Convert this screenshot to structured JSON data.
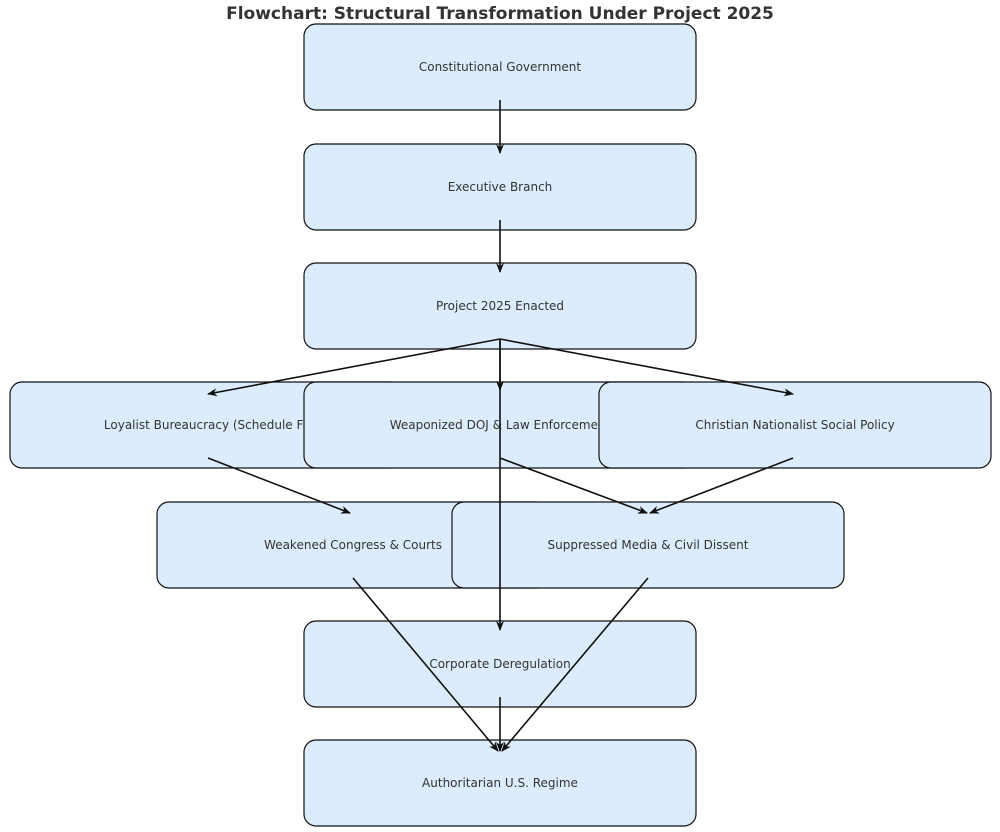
{
  "title": "Flowchart: Structural Transformation Under Project 2025",
  "colors": {
    "node_fill": "#dcecfc",
    "node_stroke": "#111111",
    "text": "#333333",
    "arrow": "#111111"
  },
  "nodes": [
    {
      "id": "constitutional",
      "label": "Constitutional Government"
    },
    {
      "id": "executive",
      "label": "Executive Branch"
    },
    {
      "id": "enacted",
      "label": "Project 2025 Enacted"
    },
    {
      "id": "loyalist",
      "label": "Loyalist Bureaucracy (Schedule F)"
    },
    {
      "id": "doj",
      "label": "Weaponized DOJ & Law Enforcement"
    },
    {
      "id": "christian",
      "label": "Christian Nationalist Social Policy"
    },
    {
      "id": "congress",
      "label": "Weakened Congress & Courts"
    },
    {
      "id": "media",
      "label": "Suppressed Media & Civil Dissent"
    },
    {
      "id": "corporate",
      "label": "Corporate Deregulation"
    },
    {
      "id": "regime",
      "label": "Authoritarian U.S. Regime"
    }
  ],
  "edges": [
    {
      "from": "constitutional",
      "to": "executive"
    },
    {
      "from": "executive",
      "to": "enacted"
    },
    {
      "from": "enacted",
      "to": "loyalist"
    },
    {
      "from": "enacted",
      "to": "doj"
    },
    {
      "from": "enacted",
      "to": "christian"
    },
    {
      "from": "enacted",
      "to": "corporate"
    },
    {
      "from": "loyalist",
      "to": "congress"
    },
    {
      "from": "doj",
      "to": "media"
    },
    {
      "from": "christian",
      "to": "media"
    },
    {
      "from": "congress",
      "to": "regime"
    },
    {
      "from": "media",
      "to": "regime"
    },
    {
      "from": "corporate",
      "to": "regime"
    }
  ]
}
